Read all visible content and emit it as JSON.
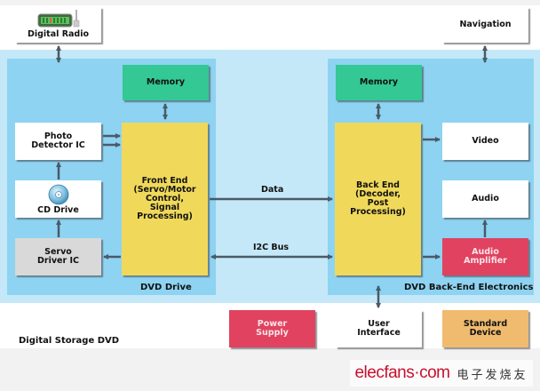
{
  "diagram": {
    "title": "Digital Storage DVD",
    "panels": {
      "front_end": "DVD Drive",
      "back_end": "DVD Back-End Electronics"
    },
    "blocks": {
      "digital_radio": "Digital Radio",
      "navigation": "Navigation",
      "memory_front": "Memory",
      "memory_back": "Memory",
      "photo_detector": [
        "Photo",
        "Detector IC"
      ],
      "cd_drive": "CD Drive",
      "servo_driver": [
        "Servo",
        "Driver IC"
      ],
      "front_end": [
        "Front End",
        "(Servo/Motor",
        "Control,",
        "Signal",
        "Processing)"
      ],
      "back_end": [
        "Back End",
        "(Decoder,",
        "Post",
        "Processing)"
      ],
      "video": "Video",
      "audio": "Audio",
      "audio_amplifier": [
        "Audio",
        "Amplifier"
      ],
      "power_supply": [
        "Power",
        "Supply"
      ],
      "user_interface": [
        "User",
        "Interface"
      ],
      "standard_device": [
        "Standard",
        "Device"
      ]
    },
    "buses": {
      "data": "Data",
      "i2c": "I2C Bus"
    },
    "colors": {
      "memory": "#33c894",
      "processor": "#f0d95a",
      "peripheral": "#ffffff",
      "servo": "#d9d9d9",
      "power": "#e0425f",
      "standard": "#f0bb6e",
      "panel": "#8ed3f1",
      "outer": "#c4e8f8",
      "arrow": "#4a5a66"
    }
  },
  "watermark": {
    "brand": "elecfans·com",
    "chinese": "电子发烧友"
  }
}
